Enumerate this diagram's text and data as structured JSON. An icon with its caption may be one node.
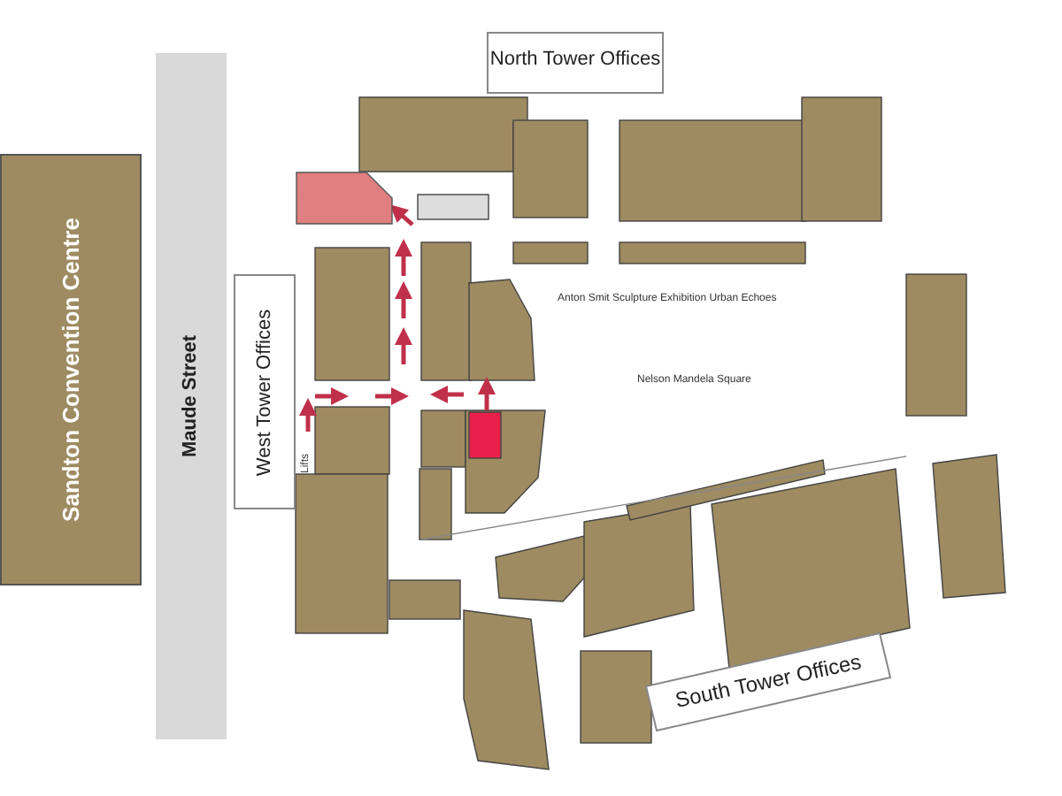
{
  "diagram": {
    "nodes": [
      {
        "text": [
          "Sandton Convention Centre"
        ]
      },
      {
        "text": [
          "Maude Street"
        ]
      },
      {
        "text": [
          "North Tower Offices"
        ]
      },
      {
        "text": [
          "West Tower Offices"
        ]
      },
      {
        "text": [],
        "shape": "box"
      },
      {
        "text": [
          "South Tower Offices"
        ]
      }
    ],
    "labels": [
      "Anton Smit Sculpture Exhibition Urban Echoes",
      "Lifts",
      "Nelson Mandela Square"
    ]
  }
}
